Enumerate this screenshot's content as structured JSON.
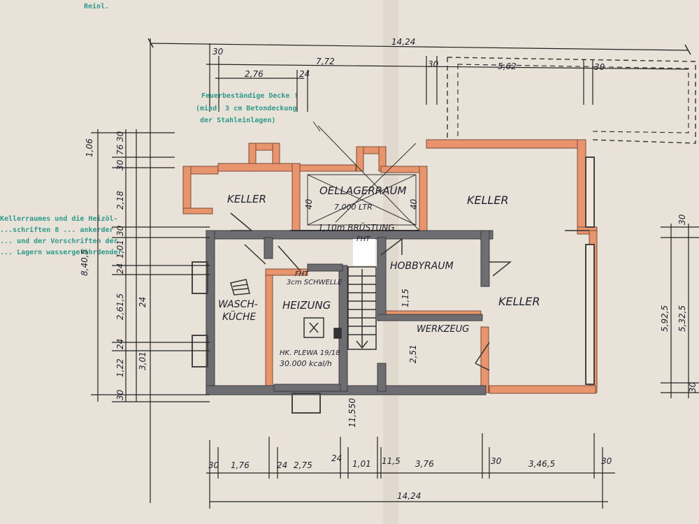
{
  "rooms": {
    "keller_left": "KELLER",
    "oellager": "OELLAGERRAUM",
    "oellager_capacity": "7.000 LTR",
    "bruestung": "1,10m BRÜSTUNG",
    "fht_top": "FHT",
    "keller_right_top": "KELLER",
    "keller_right_bottom": "KELLER",
    "hobbyraum": "HOBBYRAUM",
    "werkzeug": "WERKZEUG",
    "waschkueche_line1": "WASCH-",
    "waschkueche_line2": "KÜCHE",
    "heizung": "HEIZUNG",
    "fht_schwelle_1": "FHT",
    "fht_schwelle_2": "3cm SCHWELLE",
    "boiler_label": "HK. PLEWA 19/18",
    "boiler_output": "30.000 kcal/h"
  },
  "stamps": {
    "top_line1": "Feuerbeständige Decke !",
    "top_line2": "(mind. 3 cm Betondeckung",
    "top_line3": "der Stahleinlagen)",
    "left_line1": "Kellerraumes und die Heizöl-",
    "left_line2": "...schriften 8 ... ankerder",
    "left_line3": "... und der Vorschriften der",
    "left_line4": "... Lagern wassergefährdender",
    "header_fragment": "Reinl."
  },
  "dimensions": {
    "top_total": "14,24",
    "top_7_72": "7,72",
    "top_5_62": "5,62",
    "top_2_76": "2,76",
    "top_24": "24",
    "top_30a": "30",
    "top_30b": "30",
    "top_30c": "30",
    "bottom_total": "14,24",
    "bottom_30a": "30",
    "bottom_1_76": "1,76",
    "bottom_24a": "24",
    "bottom_2_75": "2,75",
    "bottom_24b": "24",
    "bottom_1_01": "1,01",
    "bottom_11_5": "11,5",
    "bottom_3_76": "3,76",
    "bottom_30b": "30",
    "bottom_3_465": "3,46,5",
    "bottom_30c": "30",
    "left_total": "8,40,5",
    "left_1_06": "1,06",
    "left_30a": "30",
    "left_76": "76",
    "left_30b": "30",
    "left_2_18": "2,18",
    "left_30c": "30",
    "left_1_01": "1,01",
    "left_24a": "24",
    "left_2_615": "2,61,5",
    "left_24b": "24",
    "left_24c": "24",
    "left_3_01": "3,01",
    "left_1_22": "1,22",
    "left_30d": "30",
    "right_5_925": "5,92,5",
    "right_5_325": "5,32,5",
    "right_30a": "30",
    "right_30b": "30",
    "inner_40a": "40",
    "inner_40b": "40",
    "inner_1_15": "1,15",
    "inner_2_51": "2,51",
    "inner_11_5": "11,5",
    "inner_50": "50"
  },
  "colors": {
    "paper": "#e9e2d8",
    "exterior_wall": "#e8956e",
    "interior_wall": "#6d6d72",
    "stamp": "#2f9a8c"
  }
}
